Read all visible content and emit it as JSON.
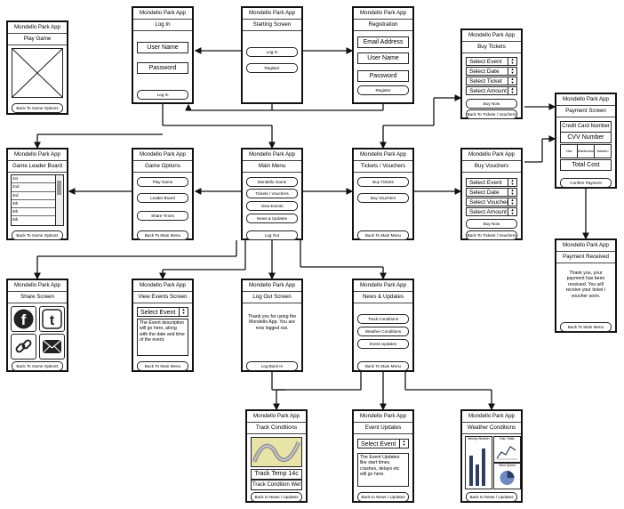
{
  "app_name": "Mondello Park App",
  "play_game": {
    "title": "Play Game",
    "back": "Back To Game Options"
  },
  "login": {
    "title": "Log In",
    "username": "User Name",
    "password": "Password",
    "button": "Log In"
  },
  "starting": {
    "title": "Starting Screen",
    "login": "Log In",
    "register": "Register"
  },
  "registration": {
    "title": "Registration",
    "email": "Email Address",
    "username": "User Name",
    "password": "Password",
    "button": "Register"
  },
  "buy_tickets": {
    "title": "Buy Tickets",
    "fields": [
      "Select Event",
      "Select Date",
      "Select Ticket",
      "Select Amount"
    ],
    "buy": "Buy Now",
    "back": "Back To Tickets / Vouchers"
  },
  "payment": {
    "title": "Payment Screen",
    "card": "Credit Card Number",
    "cvv": "CVV Number",
    "cards": [
      "Visa",
      "Mastercard",
      "Maestro"
    ],
    "total": "Total Cost",
    "confirm": "Confirm Payment"
  },
  "leaderboard": {
    "title": "Game Leader Board",
    "rows": [
      "1st",
      "2nd",
      "3rd",
      "4th",
      "5th",
      "6th"
    ],
    "back": "Back To Game Options"
  },
  "game_options": {
    "title": "Game Options",
    "items": [
      "Play Game",
      "Leader Board",
      "Share Times"
    ],
    "back": "Back To Main Menu"
  },
  "main_menu": {
    "title": "Main Menu",
    "items": [
      "Mondello Game",
      "Tickets / Vouchers",
      "View Events",
      "News & Updates"
    ],
    "logout": "Log Out"
  },
  "tickets_vouchers": {
    "title": "Tickets / Vouchers",
    "items": [
      "Buy Tickets",
      "Buy Vouchers"
    ],
    "back": "Back To Main Menu"
  },
  "buy_vouchers": {
    "title": "Buy Vouchers",
    "fields": [
      "Select Event",
      "Select Date",
      "Select Voucher",
      "Select Amount"
    ],
    "buy": "Buy Now",
    "back": "Back To Tickets / Vouchers"
  },
  "payment_received": {
    "title": "Payment Received",
    "message": "Thank you, your payment has been received. You will receive your ticket / voucher soon.",
    "back": "Back To Main Menu"
  },
  "share": {
    "title": "Share Screen",
    "back": "Back To Game Options"
  },
  "view_events": {
    "title": "View Events Screen",
    "select": "Select Event",
    "description": "The Event description will go here, along with the date and time of the event.",
    "back": "Back To Main Menu"
  },
  "logout": {
    "title": "Log Out Screen",
    "message": "Thank you for using the Mondello App. You are now logged out.",
    "button": "Log Back In"
  },
  "news": {
    "title": "News & Updates",
    "items": [
      "Track Conditions",
      "Weather Conditions",
      "Event Updates"
    ],
    "back": "Back To Main Menu"
  },
  "track": {
    "title": "Track Conditions",
    "temp": "Track Temp 14c",
    "condition": "Track Condition Wet",
    "back": "Back to News / Updates"
  },
  "event_updates": {
    "title": "Event Updates",
    "select": "Select Event",
    "message": "The Event Updates like start times, crashes, delays etc will go here.",
    "back": "Back to News / Updates"
  },
  "weather": {
    "title": "Weather Conditions",
    "chart_labels": [
      "Weekly Weather",
      "Rain Totals",
      "Wind Speed"
    ],
    "back": "Back to News / Updates"
  }
}
